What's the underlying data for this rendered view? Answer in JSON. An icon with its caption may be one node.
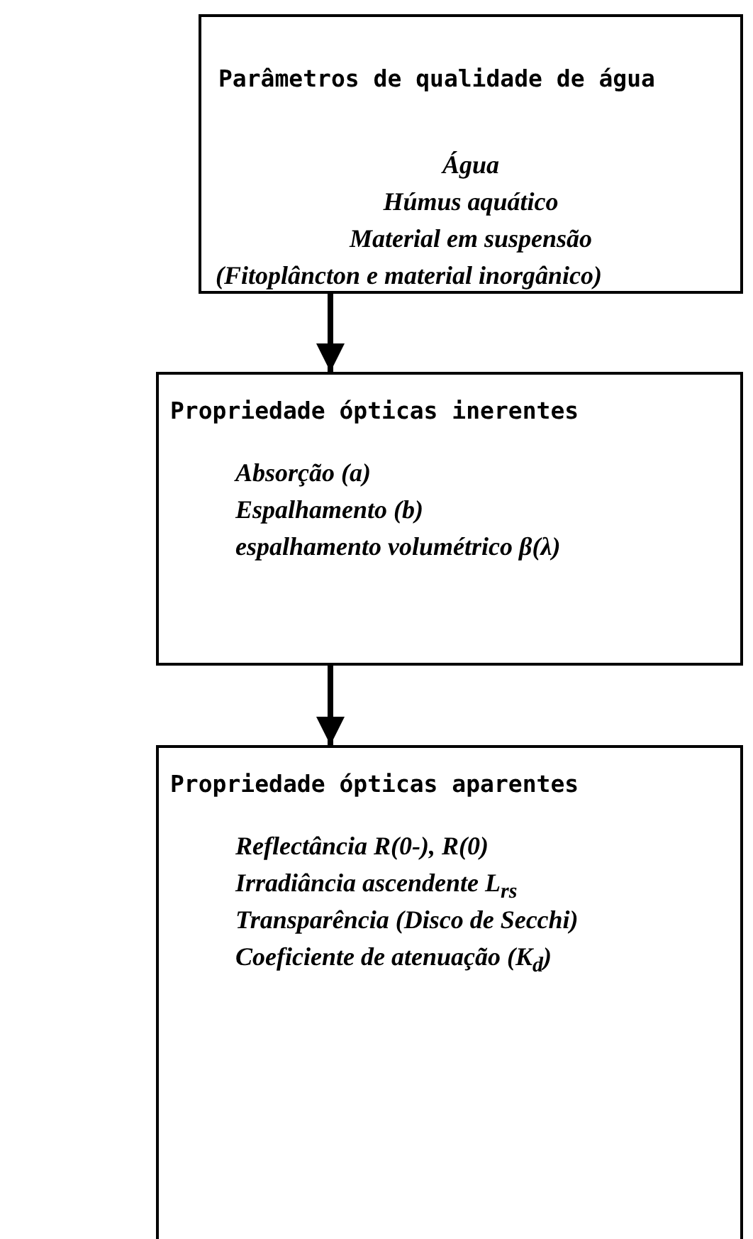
{
  "diagram": {
    "nodes": [
      {
        "text": [
          "Parâmetros de qualidade de água",
          "Água",
          "Húmus aquático",
          "Material em suspensão",
          "(Fitoplâncton e material inorgânico)"
        ]
      },
      {
        "text": [
          "Propriedade ópticas inerentes",
          "Absorção  (a)",
          "Espalhamento (b)",
          "espalhamento volumétrico  β(λ)"
        ]
      },
      {
        "text": [
          "Propriedade ópticas aparentes",
          "Reflectância R(0-), R(0)",
          "Irradiância ascendente L$_{rs}$",
          "Transparência (Disco de Secchi)",
          "Coeficiente de atenuação (K$_{d}$)"
        ]
      }
    ],
    "edges": [
      {
        "from": 0,
        "to": 1,
        "arrow": "to"
      },
      {
        "from": 1,
        "to": 2,
        "arrow": "to"
      }
    ]
  }
}
